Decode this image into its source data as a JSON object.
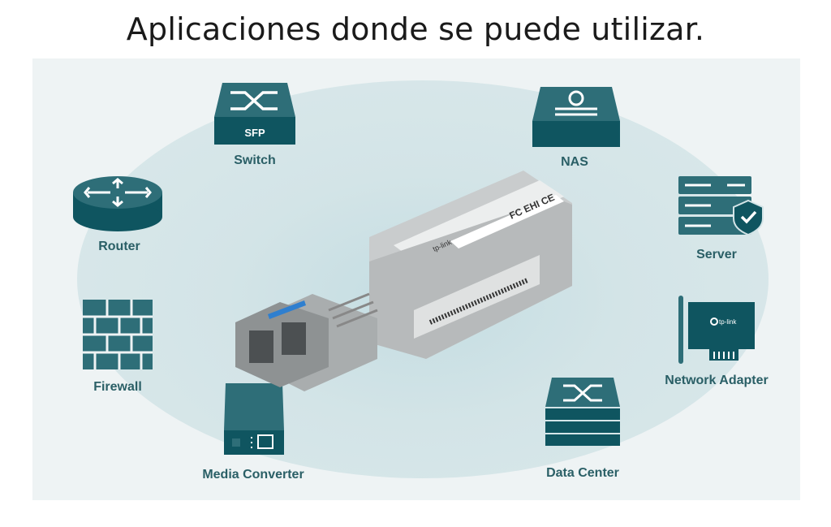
{
  "title": "Aplicaciones donde se puede utilizar.",
  "colors": {
    "icon": "#2e6e78",
    "icon_dark": "#0f5560",
    "label": "#2a5f66",
    "ellipse": "#d3e4e7"
  },
  "nodes": {
    "switch": {
      "label": "Switch",
      "badge": "SFP"
    },
    "nas": {
      "label": "NAS"
    },
    "router": {
      "label": "Router"
    },
    "server": {
      "label": "Server"
    },
    "firewall": {
      "label": "Firewall"
    },
    "network_adapter": {
      "label": "Network Adapter",
      "brand": "tp-link"
    },
    "media_converter": {
      "label": "Media Converter"
    },
    "data_center": {
      "label": "Data Center"
    }
  },
  "module": {
    "brand": "tp-link",
    "marks": "FC EHI CE"
  }
}
